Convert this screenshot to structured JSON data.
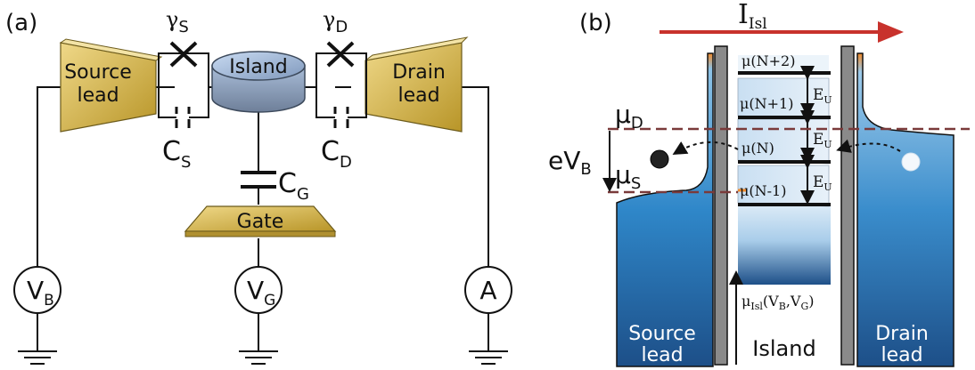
{
  "panel_a": {
    "tag": "(a)",
    "source_lead": {
      "line1": "Source",
      "line2": "lead"
    },
    "drain_lead": {
      "line1": "Drain",
      "line2": "lead"
    },
    "island": "Island",
    "gate": "Gate",
    "gamma_s": {
      "sym": "γ",
      "sub": "S"
    },
    "gamma_d": {
      "sym": "γ",
      "sub": "D"
    },
    "c_s": {
      "sym": "C",
      "sub": "S"
    },
    "c_d": {
      "sym": "C",
      "sub": "D"
    },
    "c_g": {
      "sym": "C",
      "sub": "G"
    },
    "v_b": {
      "sym": "V",
      "sub": "B"
    },
    "v_g": {
      "sym": "V",
      "sub": "G"
    },
    "ammeter": "A"
  },
  "panel_b": {
    "tag": "(b)",
    "current": {
      "sym": "I",
      "sub": "Isl"
    },
    "mu_d": {
      "sym": "μ",
      "sub": "D"
    },
    "mu_s": {
      "sym": "μ",
      "sub": "S"
    },
    "ev_b": {
      "sym": "eV",
      "sub": "B"
    },
    "levels": [
      "μ(N+2)",
      "μ(N+1)",
      "μ(N)",
      "μ(N-1)"
    ],
    "e_u": {
      "sym": "E",
      "sub": "U"
    },
    "mu_isl": {
      "sym": "μ",
      "sub": "Isl",
      "args": "(V",
      "b": "B",
      "mid": ",V",
      "g": "G",
      "end": ")"
    },
    "source_lead": {
      "line1": "Source",
      "line2": "lead"
    },
    "drain_lead": {
      "line1": "Drain",
      "line2": "lead"
    },
    "island": "Island"
  },
  "colors": {
    "lead_gold": "#d9b84a",
    "island_blue": "#8fa6c4",
    "band_blue": "#2f7fc0",
    "fermi_orange": "#f08a2a",
    "arrow_red": "#c8322c",
    "dashed_brown": "#7a3a3a",
    "barrier_grey": "#8a8a8a"
  }
}
